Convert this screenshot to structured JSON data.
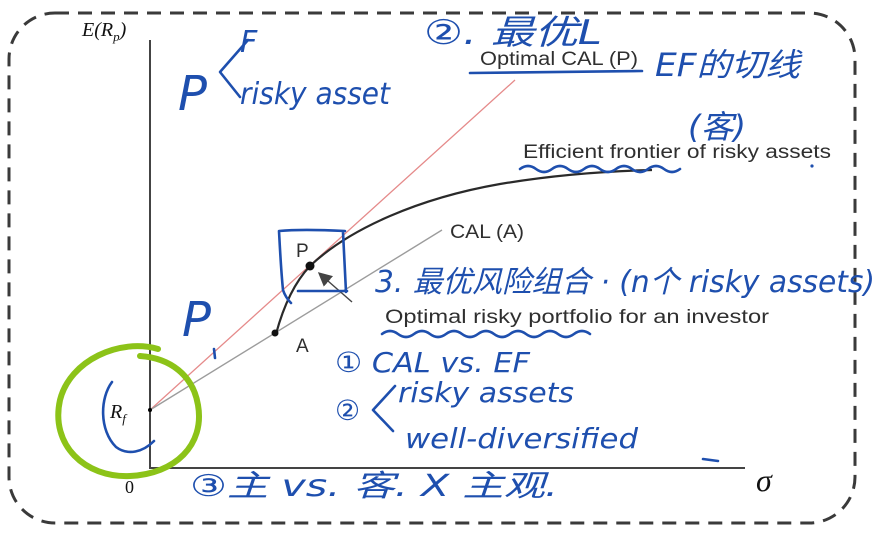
{
  "axes": {
    "y_label_main": "E(R",
    "y_label_sub": "p",
    "y_label_end": ")",
    "origin_label": "0",
    "x_label": "σ"
  },
  "points": {
    "risk_free": {
      "label": "R",
      "sub": "f"
    },
    "optimal": {
      "label": "P"
    },
    "portfolio_a": {
      "label": "A"
    }
  },
  "printed_labels": {
    "optimal_cal": "Optimal CAL (P)",
    "efficient_frontier": "Efficient frontier of risky assets",
    "cal_a": "CAL (A)",
    "optimal_risky_portfolio": "Optimal risky portfolio for an investor"
  },
  "handwritten_notes": {
    "p_vs_f": {
      "p": "P",
      "f": "F",
      "risky": "risky asset"
    },
    "note_2_optimal_l": "②. 最优L",
    "tangent": "EF的切线",
    "objective": "(客)",
    "note_3": "3. 最优风险组合 · (n个 risky assets)",
    "p_mark": "P",
    "point_1": "① CAL vs. EF",
    "point_2": {
      "num": "②",
      "line1": "risky assets",
      "line2": "well-diversified"
    },
    "point_3": "③主 vs. 客. X 主观."
  },
  "colors": {
    "handwriting_ink": "#1e4fae",
    "circle_highlight": "#8cc318",
    "optimal_cal_line": "#e58a8a",
    "cal_a_line": "#9c9c9c",
    "frontier_curve": "#2a2a2a",
    "frame": "#3a3a3a"
  }
}
